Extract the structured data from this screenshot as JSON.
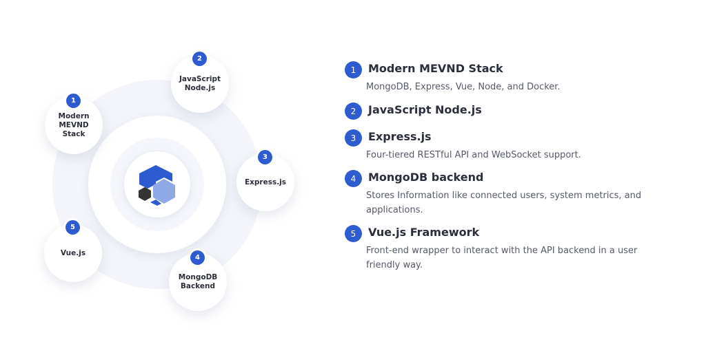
{
  "diagram": {
    "nodes": [
      {
        "number": "1",
        "label": "Modern MEVND Stack"
      },
      {
        "number": "2",
        "label": "JavaScript Node.js"
      },
      {
        "number": "3",
        "label": "Express.js"
      },
      {
        "number": "4",
        "label": "MongoDB Backend"
      },
      {
        "number": "5",
        "label": "Vue.js"
      }
    ],
    "colors": {
      "accent": "#2e5bd0",
      "logo_light": "#8fa8e6",
      "logo_dark": "#333333"
    }
  },
  "list": [
    {
      "number": "1",
      "title": "Modern MEVND Stack",
      "description": "MongoDB, Express, Vue, Node, and Docker."
    },
    {
      "number": "2",
      "title": "JavaScript Node.js"
    },
    {
      "number": "3",
      "title": "Express.js",
      "description": "Four-tiered RESTful API and WebSocket support."
    },
    {
      "number": "4",
      "title": "MongoDB backend",
      "description": "Stores Information like connected users, system metrics, and applications."
    },
    {
      "number": "5",
      "title": "Vue.js Framework",
      "description": "Front-end wrapper to interact with the API backend in a user friendly way."
    }
  ]
}
